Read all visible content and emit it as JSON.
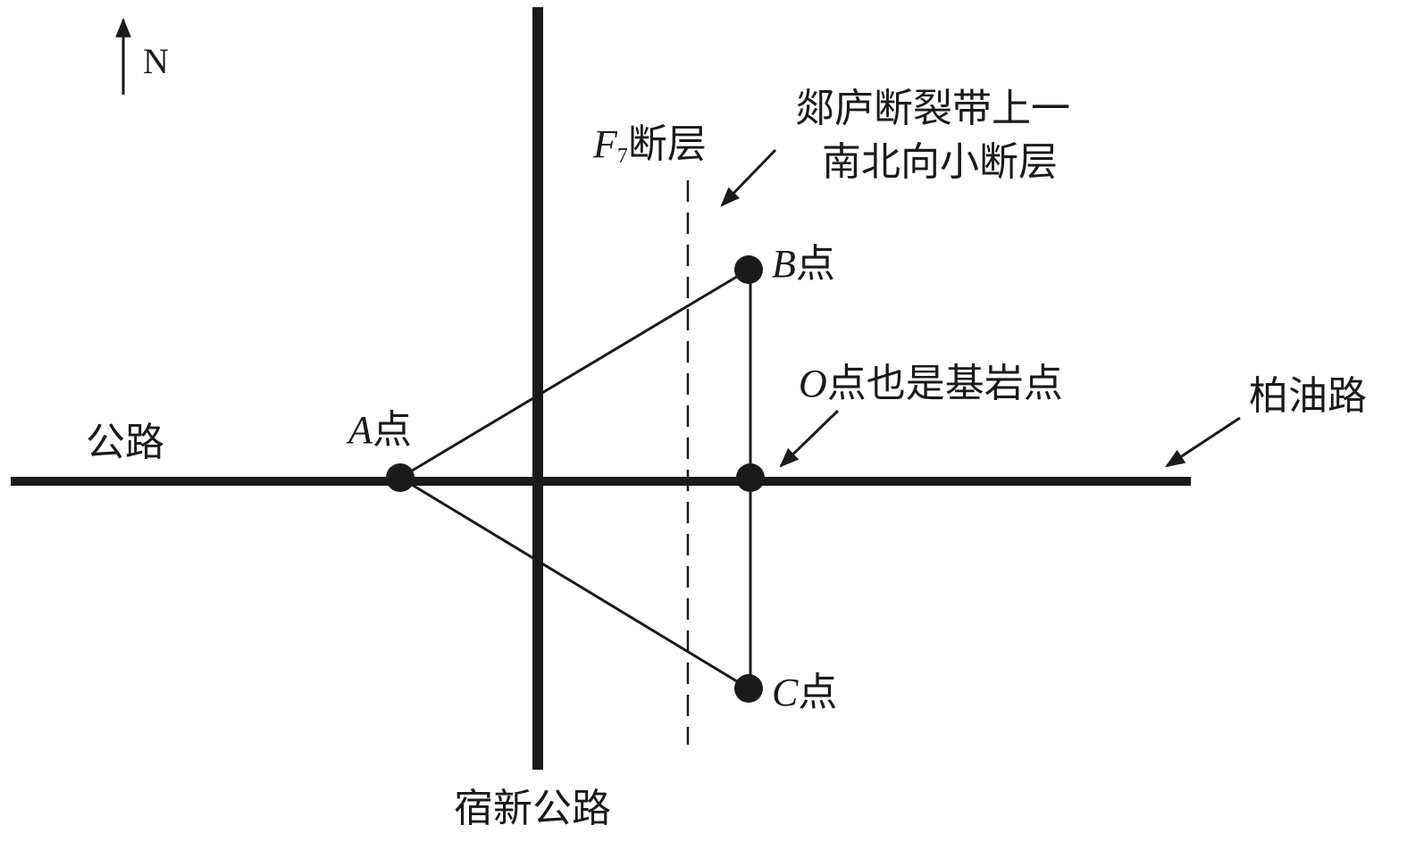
{
  "north": {
    "letter": "N"
  },
  "roads": {
    "road_left": "公路",
    "road_vertical": "宿新公路",
    "road_right": "柏油路"
  },
  "fault": {
    "name_letter": "F",
    "name_subscript": "7",
    "name_suffix": "断层",
    "small_fault_line1": "郯庐断裂带上一",
    "small_fault_line2": "南北向小断层"
  },
  "points": {
    "a": {
      "letter": "A",
      "suffix": "点"
    },
    "b": {
      "letter": "B",
      "suffix": "点"
    },
    "c": {
      "letter": "C",
      "suffix": "点"
    },
    "o": {
      "letter": "O",
      "suffix": "点也是基岩点"
    }
  },
  "colors": {
    "ink": "#1a1a1a",
    "background": "#ffffff"
  }
}
